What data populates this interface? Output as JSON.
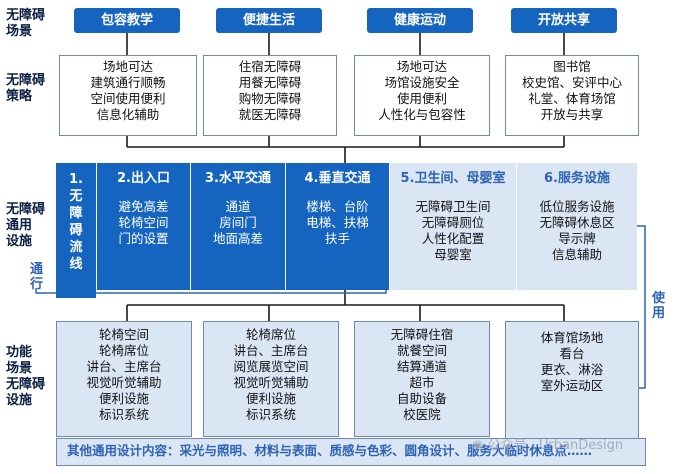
{
  "labels": {
    "scene": [
      "无障碍",
      "场景"
    ],
    "strategy": [
      "无障碍",
      "策略"
    ],
    "general": [
      "无障碍",
      "通用",
      "设施"
    ],
    "function": [
      "功能",
      "场景",
      "无障碍",
      "设施"
    ],
    "passage": [
      "通",
      "行"
    ],
    "use": [
      "使",
      "用"
    ]
  },
  "scenes": [
    "包容教学",
    "便捷生活",
    "健康运动",
    "开放共享"
  ],
  "strategies": [
    [
      "场地可达",
      "建筑通行顺畅",
      "空间使用便利",
      "信息化辅助"
    ],
    [
      "住宿无障碍",
      "用餐无障碍",
      "购物无障碍",
      "就医无障碍"
    ],
    [
      "场地可达",
      "场馆设施安全",
      "使用便利",
      "人性化与包容性"
    ],
    [
      "图书馆",
      "校史馆、安评中心",
      "礼堂、体育场馆",
      "开放与共享"
    ]
  ],
  "facilities": [
    {
      "title": [
        "1.",
        "无",
        "障",
        "碍",
        "流",
        "线"
      ],
      "items": []
    },
    {
      "title": [
        "2.出入口"
      ],
      "items": [
        "避免高差",
        "轮椅空间",
        "门的设置"
      ]
    },
    {
      "title": [
        "3.水平交通"
      ],
      "items": [
        "通道",
        "房间门",
        "地面高差"
      ]
    },
    {
      "title": [
        "4.垂直交通"
      ],
      "items": [
        "楼梯、台阶",
        "电梯、扶梯",
        "扶手"
      ]
    },
    {
      "title": [
        "5.卫生间、母婴室"
      ],
      "items": [
        "无障碍卫生间",
        "无障碍厕位",
        "人性化配置",
        "母婴室"
      ]
    },
    {
      "title": [
        "6.服务设施"
      ],
      "items": [
        "低位服务设施",
        "无障碍休息区",
        "导示牌",
        "信息辅助"
      ]
    }
  ],
  "functions": [
    [
      "轮椅空间",
      "轮椅席位",
      "讲台、主席台",
      "视觉听觉辅助",
      "便利设施",
      "标识系统"
    ],
    [
      "轮椅席位",
      "讲台、主席台",
      "阅览展览空间",
      "视觉听觉辅助",
      "便利设施",
      "标识系统"
    ],
    [
      "无障碍住宿",
      "就餐空间",
      "结算通道",
      "超市",
      "自助设备",
      "校医院"
    ],
    [
      "体育馆场地",
      "看台",
      "更衣、淋浴",
      "室外运动区"
    ]
  ],
  "bottom_text": "其他通用设计内容：采光与照明、材料与表面、质感与色彩、圆角设计、服务大临时休息点……",
  "watermark": "公众号 · UrbanDesign",
  "colors": {
    "accent": "#1565c0",
    "light": "#dbe6f5",
    "border": "#6f88ad",
    "label": "#2d63b5"
  }
}
